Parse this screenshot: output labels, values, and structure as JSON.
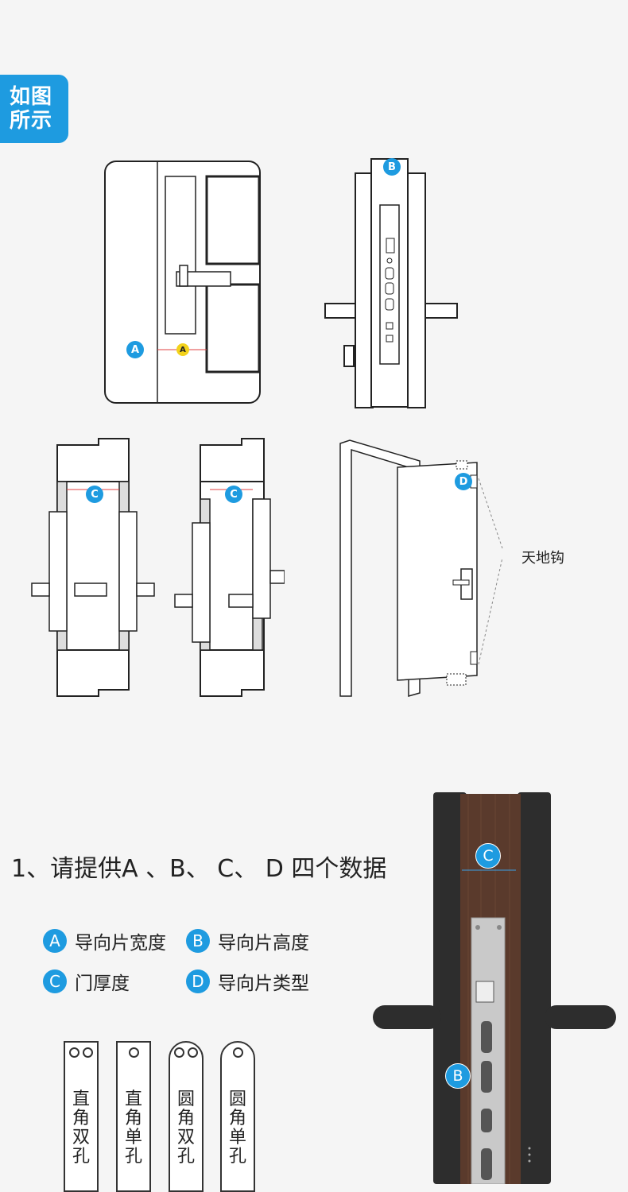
{
  "badge": {
    "line1": "如图",
    "line2": "所示"
  },
  "markers": {
    "a": "A",
    "a_small": "A",
    "b": "B",
    "c": "C",
    "d": "D"
  },
  "callout": "天地钩",
  "heading": "1、请提供A 、B、 C、 D 四个数据",
  "legend": [
    {
      "letter": "A",
      "text": "导向片宽度"
    },
    {
      "letter": "B",
      "text": "导向片高度"
    },
    {
      "letter": "C",
      "text": "门厚度"
    },
    {
      "letter": "D",
      "text": "导向片类型"
    }
  ],
  "plates": [
    {
      "text": "直角双孔",
      "shape": "square",
      "holes": 2
    },
    {
      "text": "直角单孔",
      "shape": "square",
      "holes": 1
    },
    {
      "text": "圆角双孔",
      "shape": "round",
      "holes": 2
    },
    {
      "text": "圆角单孔",
      "shape": "round",
      "holes": 1
    }
  ],
  "colors": {
    "accent": "#1e9be0",
    "yellow": "#f3d21b",
    "wood": "#5a3a2c",
    "metal": "#c9c9c9",
    "dark": "#2d2d2d"
  }
}
